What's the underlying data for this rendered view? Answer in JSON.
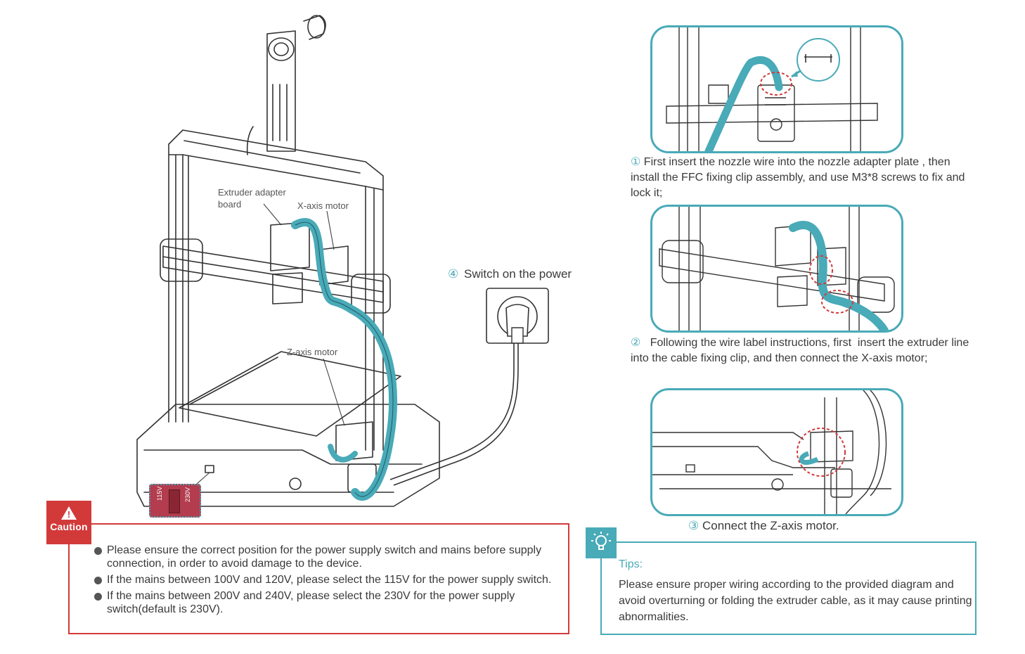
{
  "labels": {
    "extruder_adapter_line1": "Extruder adapter",
    "extruder_adapter_line2": "board",
    "x_axis_motor": "X-axis motor",
    "z_axis_motor": "Z-axis motor",
    "switch_115": "115V",
    "switch_230": "230V"
  },
  "step4": {
    "num": "④",
    "text": "Switch on the power"
  },
  "steps": [
    {
      "num": "①",
      "text": "First insert the nozzle wire into the nozzle adapter plate , then install the FFC fixing clip assembly, and use M3*8 screws to fix and lock it;"
    },
    {
      "num": "②",
      "text": "  Following the wire label instructions, first  insert the extruder line into the cable fixing clip, and then connect the X-axis motor;"
    },
    {
      "num": "③",
      "text": "Connect the Z-axis motor."
    }
  ],
  "caution": {
    "badge": "Caution",
    "items": [
      "Please ensure the correct position for the power supply switch and mains before supply connection, in order to avoid damage to the device.",
      "If the mains between 100V and 120V, please select the 115V for the power supply switch.",
      "If the mains between 200V and 240V, please select the 230V for the power supply switch(default is 230V)."
    ]
  },
  "tips": {
    "title": "Tips:",
    "body": "Please ensure proper wiring according to the provided diagram and avoid overturning or folding the extruder cable, as it may cause printing abnormalities."
  },
  "colors": {
    "accent": "#49aab8",
    "caution": "#d23a3a",
    "text": "#3a3a3a"
  }
}
